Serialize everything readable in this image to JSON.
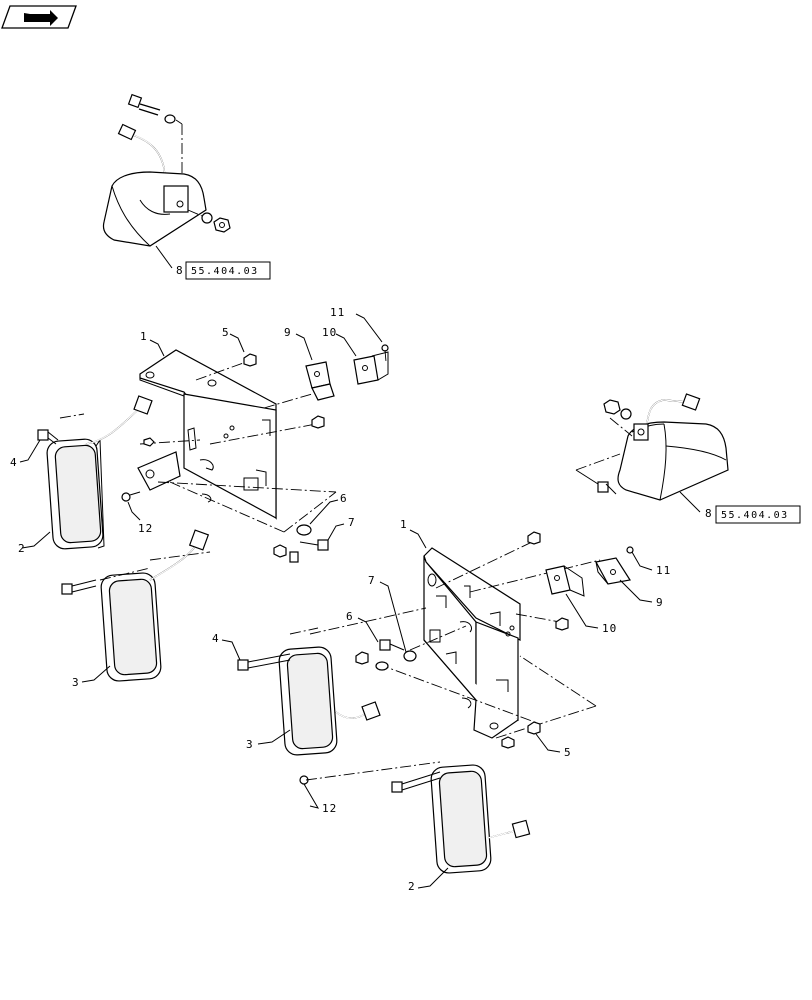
{
  "nav_icon": "return-arrow-icon",
  "callouts": {
    "c1a": "1",
    "c1b": "1",
    "c2a": "2",
    "c2b": "2",
    "c3a": "3",
    "c3b": "3",
    "c4a": "4",
    "c4b": "4",
    "c5a": "5",
    "c5b": "5",
    "c6a": "6",
    "c6b": "6",
    "c7a": "7",
    "c7b": "7",
    "c8a": "8",
    "c8b": "8",
    "c9a": "9",
    "c9b": "9",
    "c10a": "10",
    "c10b": "10",
    "c11a": "11",
    "c11b": "11",
    "c12a": "12",
    "c12b": "12"
  },
  "references": {
    "ref_top": "55.404.03",
    "ref_right": "55.404.03"
  }
}
